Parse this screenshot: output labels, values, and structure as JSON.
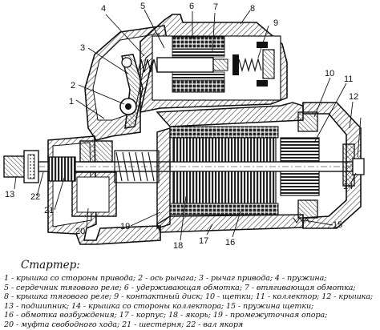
{
  "title": "Стартер:",
  "legend_items": [
    "1 - крышка со стороны привода;",
    "2 - ось рычага;",
    "3 - рычаг привода;",
    "4 - пружина;",
    "5 - сердечник тягового реле;",
    "6 - удерживающая обмотка;",
    "7 - втягивающая обмотка;",
    "8 - крышка тягового реле;",
    "9 - контактный диск;",
    "10 - щетки;",
    "11 - коллектор;",
    "12 - крышка;",
    "13 - подшипник;",
    "14 - крышка со стороны коллектора;",
    "15 - пружина щетки;",
    "16 - обмотка возбуждения;",
    "17 - корпус;",
    "18 - якорь;",
    "19 - промежуточная опора;",
    "20 - муфта свободного хода;",
    "21 - шестерня;",
    "22 - вал якоря"
  ],
  "callouts": [
    "1",
    "2",
    "3",
    "4",
    "5",
    "6",
    "7",
    "8",
    "9",
    "10",
    "11",
    "12",
    "13",
    "14",
    "15",
    "16",
    "17",
    "18",
    "19",
    "20",
    "21",
    "22"
  ],
  "colors": {
    "ink": "#111111",
    "paper": "#ffffff",
    "hatch": "#444444"
  }
}
